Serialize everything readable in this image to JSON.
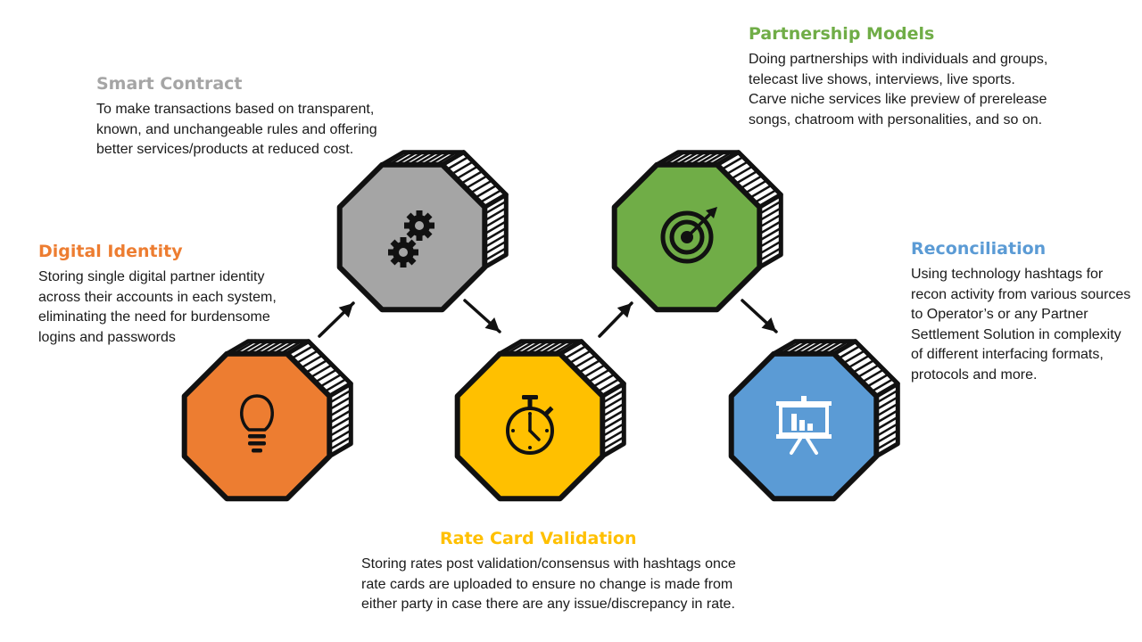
{
  "nodes": [
    {
      "id": "digital",
      "title": "Digital Identity",
      "description": "Storing single digital partner identity across their accounts in each system, eliminating the need for burdensome logins and passwords",
      "fill": "#ED7D31",
      "title_color": "#ED7D31",
      "icon": "lightbulb-icon"
    },
    {
      "id": "smart",
      "title": "Smart Contract",
      "description": "To make transactions based on transparent, known, and unchangeable rules and offering better services/products at reduced cost.",
      "fill": "#A5A5A5",
      "title_color": "#A5A5A5",
      "icon": "gears-icon"
    },
    {
      "id": "rate",
      "title": "Rate Card Validation",
      "description": "Storing rates post validation/consensus with hashtags once rate cards are uploaded to ensure no change is made from either party in case there are any issue/discrepancy in rate.",
      "fill": "#FFC000",
      "title_color": "#FFC000",
      "icon": "stopwatch-icon"
    },
    {
      "id": "partner",
      "title": "Partnership Models",
      "description": "Doing partnerships with individuals and groups, telecast live shows, interviews, live sports. Carve niche services like preview of prerelease songs, chatroom with personalities, and so on.",
      "fill": "#70AD47",
      "title_color": "#70AD47",
      "icon": "target-icon"
    },
    {
      "id": "recon",
      "title": "Reconciliation",
      "description": "Using technology hashtags for recon activity from various sources to Operator’s or any Partner Settlement Solution in complexity of different interfacing formats, protocols and more.",
      "fill": "#5B9BD5",
      "title_color": "#5B9BD5",
      "icon": "presentation-chart-icon"
    }
  ],
  "flow": [
    "digital",
    "smart",
    "rate",
    "partner",
    "recon"
  ],
  "outline_color": "#111111"
}
